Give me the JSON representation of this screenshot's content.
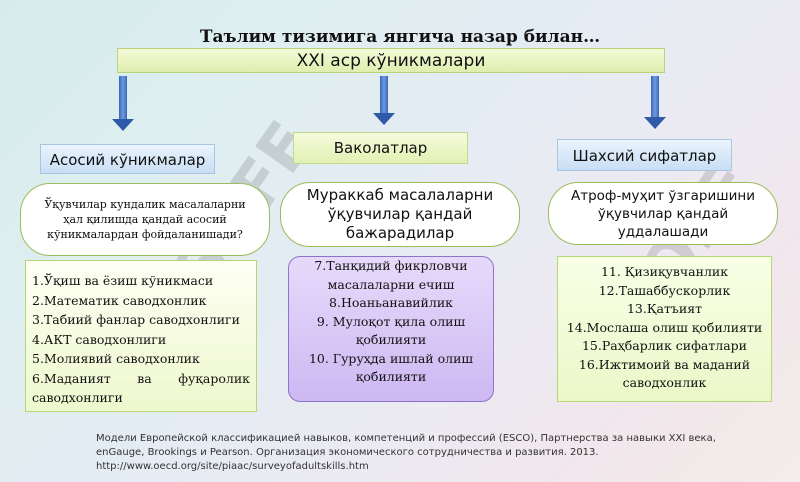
{
  "title": "Таълим тизимига янгича назар билан…",
  "subtitle": "XXI аср кўникмалари",
  "watermark": "SOFF",
  "columns": [
    {
      "header": "Асосий кўникмалар",
      "question": "Ўқувчилар кундалик масалаларни ҳал қилишда қандай асосий кўникмалардан фойдаланишади?",
      "items": [
        "1.Ўқиш ва ёзиш кўникмаси",
        "2.Математик саводхонлик",
        "3.Табиий фанлар саводхонлиги",
        "4.АКТ саводхонлиги",
        "5.Молиявий саводхонлик",
        "6.Маданият ва фуқаролик саводхонлиги"
      ]
    },
    {
      "header": "Ваколатлар",
      "question": "Мураккаб масалаларни ўқувчилар қандай бажарадилар",
      "items": [
        "7.Танқидий фикрловчи масалаларни ечиш",
        "8.Ноаньанавийлик",
        "9. Мулоқот қила олиш қобилияти",
        "10. Гуруҳда ишлай олиш қобилияти"
      ]
    },
    {
      "header": "Шахсий сифатлар",
      "question": "Атроф-муҳит ўзгаришини ўқувчилар қандай уддалашади",
      "items": [
        "11. Қизиқувчанлик",
        "12.Ташаббускорлик",
        "13.Қатъият",
        "14.Мослаша олиш қобилияти",
        "15.Раҳбарлик сифатлари",
        "16.Ижтимоий ва маданий саводхонлик"
      ]
    }
  ],
  "footer": {
    "line1": "Модели Европейской классификацией навыков, компетенций и профессий (ESCO), Партнерства за навыки XXI века,",
    "line2": "enGauge, Brookings и Pearson. Организация экономического сотрудничества и развития. 2013.",
    "line3": "http://www.oecd.org/site/piaac/surveyofadultskills.htm"
  },
  "colors": {
    "arrow": "#3a66b8",
    "oval_border": "#9bbc5b",
    "purple_box": "#d8c8f6"
  }
}
